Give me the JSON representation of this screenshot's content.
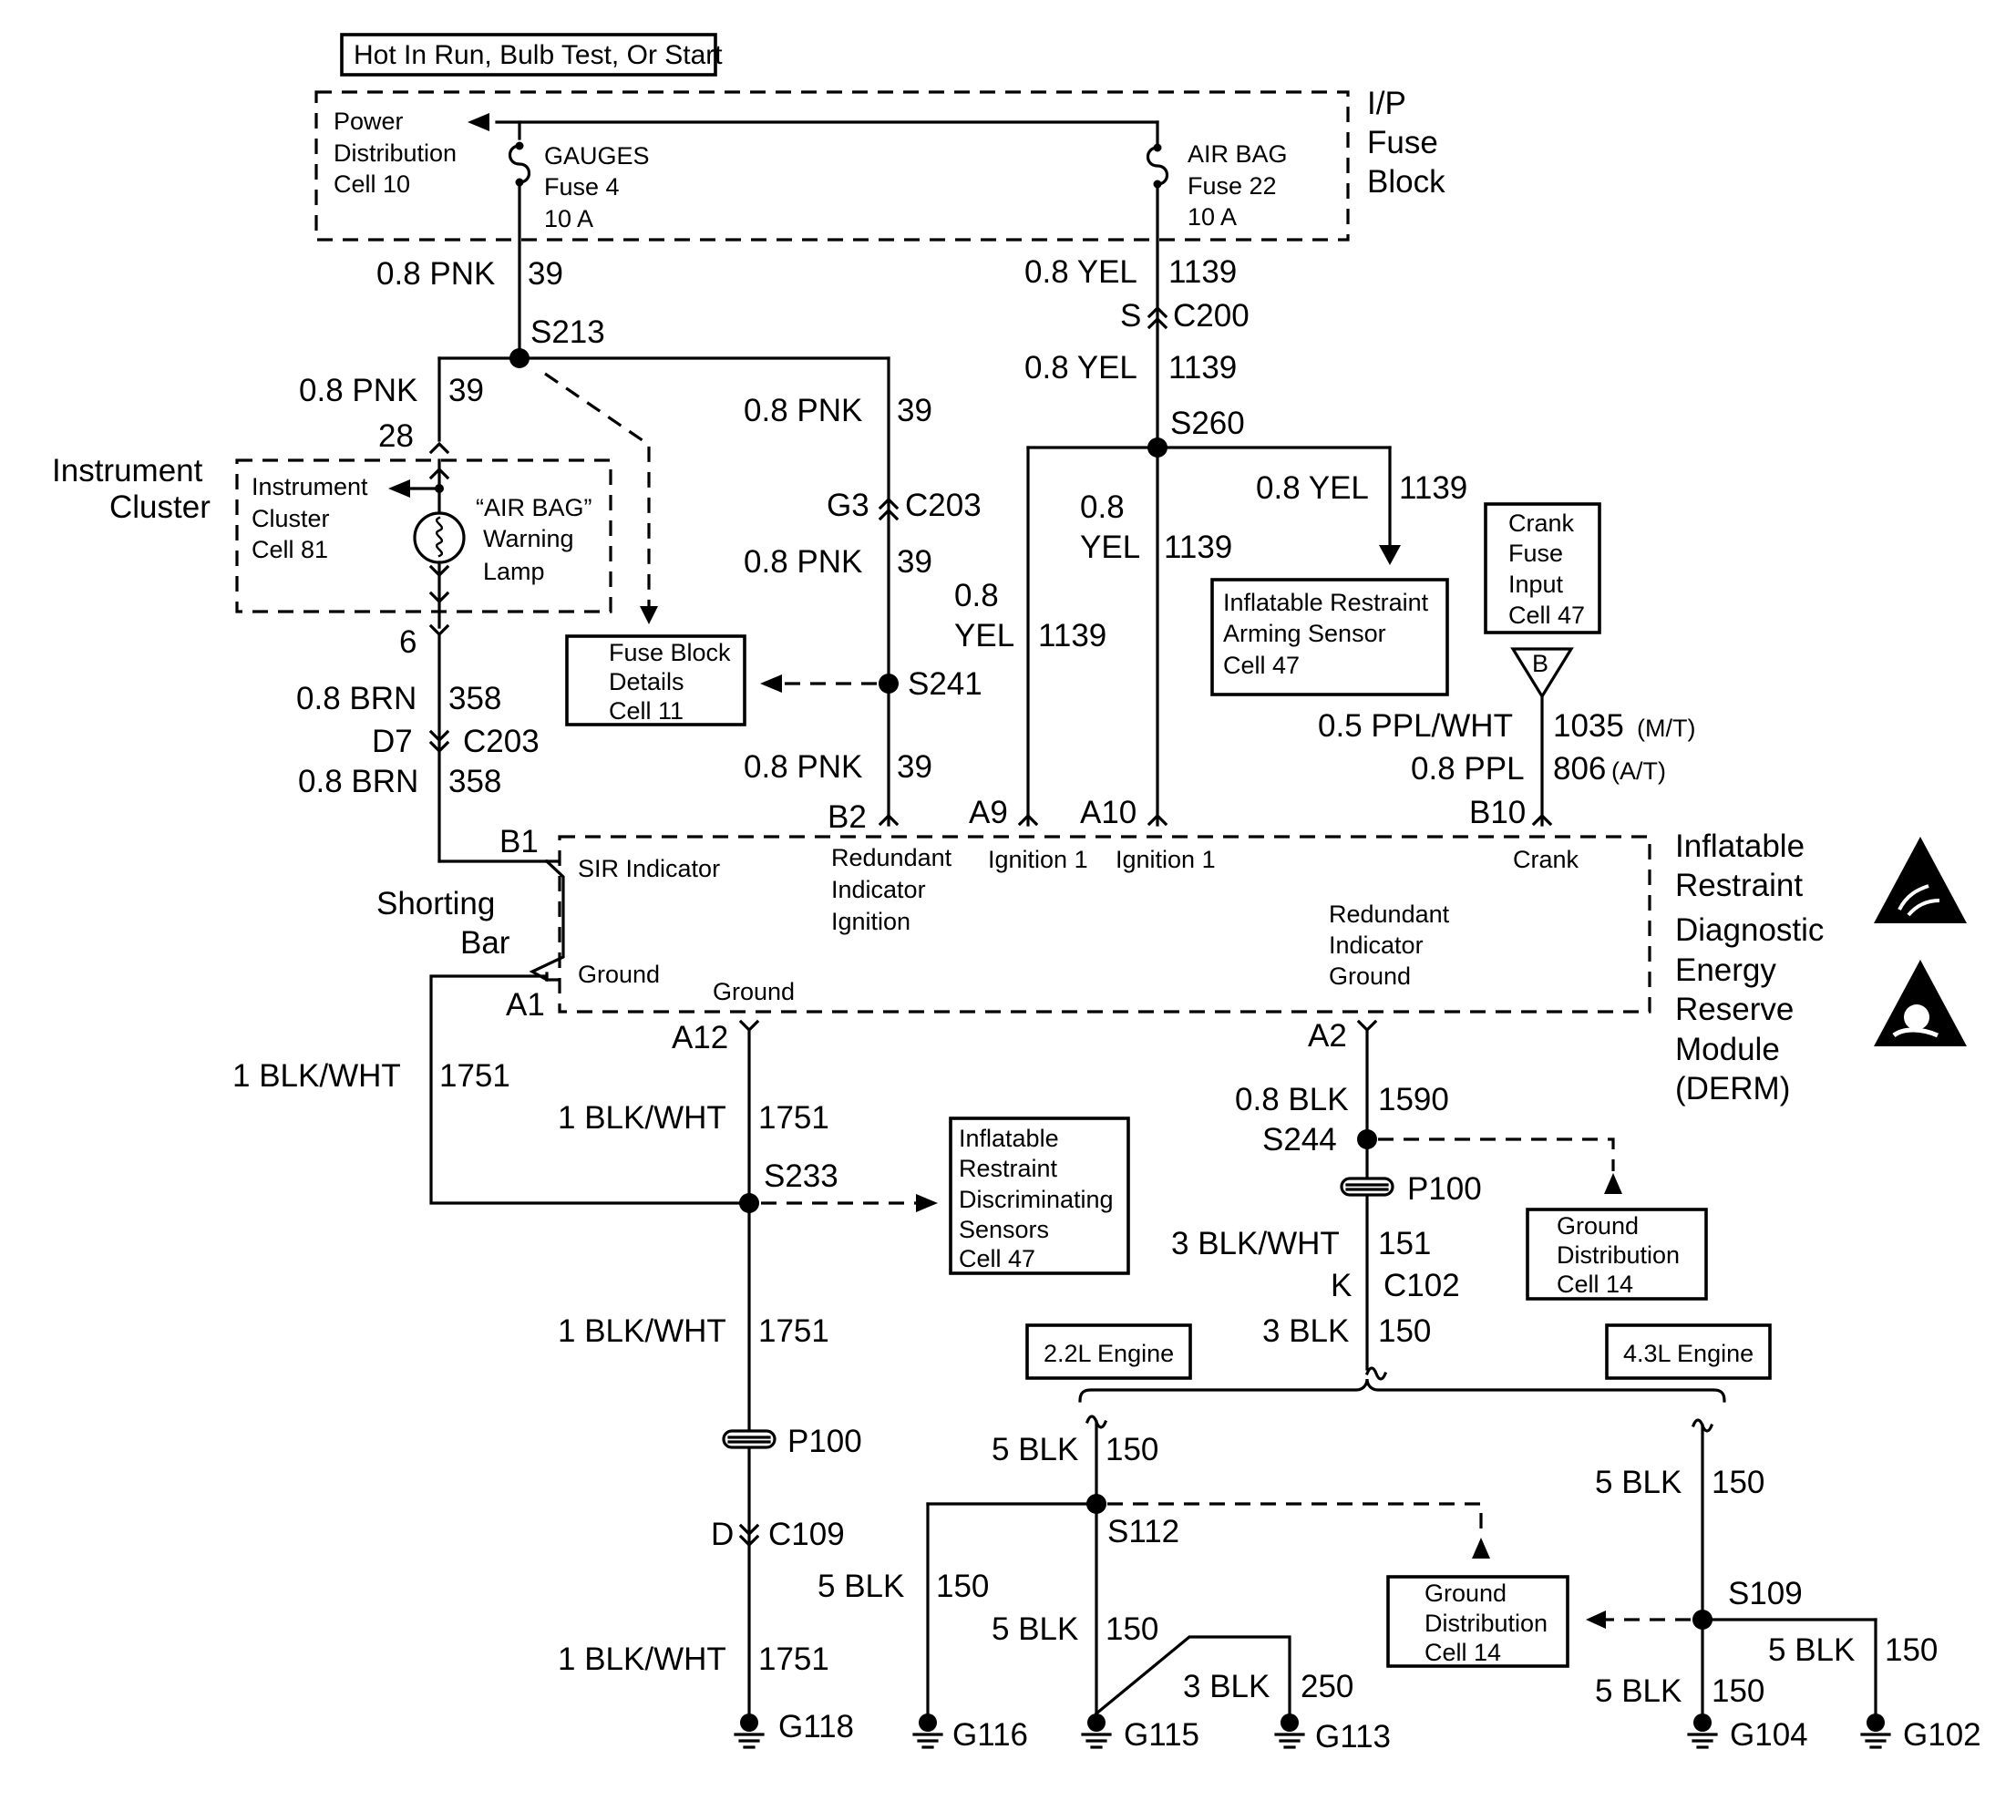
{
  "header": {
    "hot_label": "Hot In Run, Bulb Test, Or Start"
  },
  "fuse_block": {
    "name_l1": "I/P",
    "name_l2": "Fuse",
    "name_l3": "Block",
    "pd_l1": "Power",
    "pd_l2": "Distribution",
    "pd_l3": "Cell 10",
    "gauges_l1": "GAUGES",
    "gauges_l2": "Fuse 4",
    "gauges_l3": "10 A",
    "airbag_l1": "AIR BAG",
    "airbag_l2": "Fuse 22",
    "airbag_l3": "10 A"
  },
  "wires": {
    "pnk": "0.8 PNK",
    "pnk_ckt": "39",
    "yel": "0.8 YEL",
    "yel_ckt": "1139",
    "yel_s1": "0.8",
    "yel_s2": "YEL",
    "brn": "0.8 BRN",
    "brn_ckt": "358",
    "ppl_wht": "0.5 PPL/WHT",
    "ppl_wht_ckt": "1035",
    "ppl_wht_note": "(M/T)",
    "ppl": "0.8 PPL",
    "ppl_ckt": "806",
    "ppl_note": "(A/T)",
    "blk_wht_1": "1 BLK/WHT",
    "blk_wht_ckt": "1751",
    "blk_08": "0.8 BLK",
    "blk_08_ckt": "1590",
    "blk_wht_3": "3 BLK/WHT",
    "blk_wht_3_ckt": "151",
    "blk_3": "3 BLK",
    "ckt_150": "150",
    "ckt_250": "250",
    "blk_5": "5 BLK"
  },
  "splices": {
    "s213": "S213",
    "s260": "S260",
    "s241": "S241",
    "s233": "S233",
    "s244": "S244",
    "s112": "S112",
    "s109": "S109"
  },
  "connectors": {
    "c200_pin": "S",
    "c200": "C200",
    "c203_g3": "G3",
    "c203": "C203",
    "c203_d7": "D7",
    "pin_28": "28",
    "pin_6": "6",
    "b1": "B1",
    "a1": "A1",
    "b2": "B2",
    "a9": "A9",
    "a10": "A10",
    "b10": "B10",
    "a12": "A12",
    "a2": "A2",
    "p100": "P100",
    "c102_pin": "K",
    "c102": "C102",
    "c109_pin": "D",
    "c109": "C109"
  },
  "cluster": {
    "title_l1": "Instrument",
    "title_l2": "Cluster",
    "cell_l1": "Instrument",
    "cell_l2": "Cluster",
    "cell_l3": "Cell 81",
    "lamp_l1": "“AIR BAG”",
    "lamp_l2": "Warning",
    "lamp_l3": "Lamp"
  },
  "boxes": {
    "fuse_details_l1": "Fuse Block",
    "fuse_details_l2": "Details",
    "fuse_details_l3": "Cell 11",
    "arming_l1": "Inflatable Restraint",
    "arming_l2": "Arming Sensor",
    "arming_l3": "Cell 47",
    "crank_l1": "Crank",
    "crank_l2": "Fuse",
    "crank_l3": "Input",
    "crank_l4": "Cell 47",
    "crank_tri": "B",
    "disc_l1": "Inflatable",
    "disc_l2": "Restraint",
    "disc_l3": "Discriminating",
    "disc_l4": "Sensors",
    "disc_l5": "Cell 47",
    "gnd_l1": "Ground",
    "gnd_l2": "Distribution",
    "gnd_l3": "Cell 14",
    "eng22": "2.2L Engine",
    "eng43": "4.3L Engine"
  },
  "derm": {
    "title_l1": "Inflatable",
    "title_l2": "Restraint",
    "title_l3": "Diagnostic",
    "title_l4": "Energy",
    "title_l5": "Reserve",
    "title_l6": "Module",
    "title_l7": "(DERM)",
    "sir": "SIR Indicator",
    "ground": "Ground",
    "red_ign_l1": "Redundant",
    "red_ign_l2": "Indicator",
    "red_ign_l3": "Ignition",
    "ign1": "Ignition 1",
    "crank": "Crank",
    "red_gnd_l1": "Redundant",
    "red_gnd_l2": "Indicator",
    "red_gnd_l3": "Ground",
    "shorting_l1": "Shorting",
    "shorting_l2": "Bar"
  },
  "grounds": {
    "g118": "G118",
    "g116": "G116",
    "g115": "G115",
    "g113": "G113",
    "g104": "G104",
    "g102": "G102"
  }
}
